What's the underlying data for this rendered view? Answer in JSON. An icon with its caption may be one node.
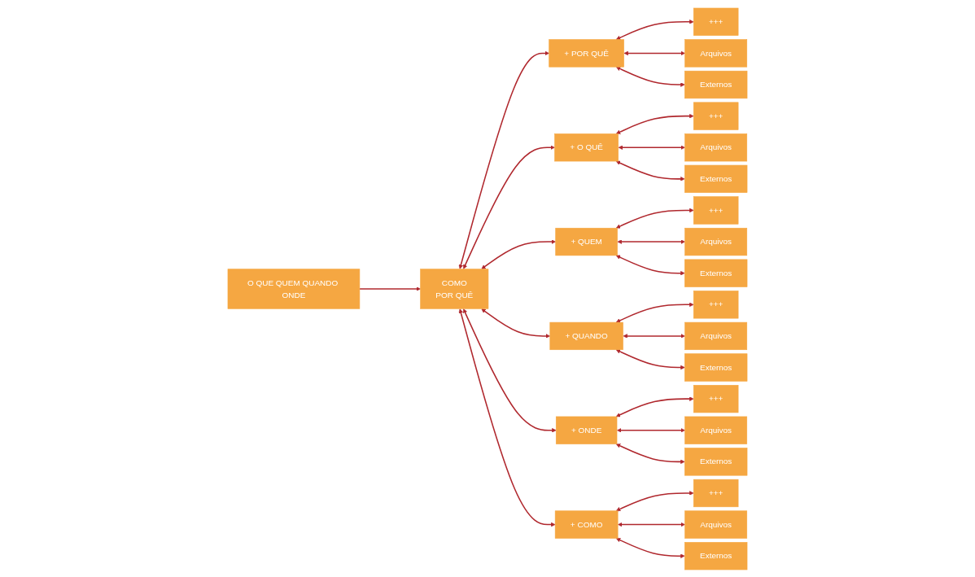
{
  "diagram": {
    "nodes": [
      {
        "text": [
          "O QUE QUEM QUANDO ONDE"
        ]
      },
      {
        "text": [
          "COMO",
          "POR QUÊ"
        ]
      },
      {
        "text": [
          "+ POR QUÊ"
        ]
      },
      {
        "text": [
          "+++"
        ]
      },
      {
        "text": [
          "Arquivos"
        ]
      },
      {
        "text": [
          "Externos"
        ]
      },
      {
        "text": [
          "+ O QUÊ"
        ]
      },
      {
        "text": [
          "+++"
        ]
      },
      {
        "text": [
          "Arquivos"
        ]
      },
      {
        "text": [
          "Externos"
        ]
      },
      {
        "text": [
          "+ QUEM"
        ]
      },
      {
        "text": [
          "+++"
        ]
      },
      {
        "text": [
          "Arquivos"
        ]
      },
      {
        "text": [
          "Externos"
        ]
      },
      {
        "text": [
          "+ QUANDO"
        ]
      },
      {
        "text": [
          "+++"
        ]
      },
      {
        "text": [
          "Arquivos"
        ]
      },
      {
        "text": [
          "Externos"
        ]
      },
      {
        "text": [
          "+ ONDE"
        ]
      },
      {
        "text": [
          "+++"
        ]
      },
      {
        "text": [
          "Arquivos"
        ]
      },
      {
        "text": [
          "Externos"
        ]
      },
      {
        "text": [
          "+ COMO"
        ]
      },
      {
        "text": [
          "+++"
        ]
      },
      {
        "text": [
          "Arquivos"
        ]
      },
      {
        "text": [
          "Externos"
        ]
      }
    ],
    "edges": [
      {
        "from": 0,
        "to": 1,
        "arrow": "to"
      },
      {
        "from": 1,
        "to": 2,
        "arrow": "both"
      },
      {
        "from": 1,
        "to": 6,
        "arrow": "both"
      },
      {
        "from": 1,
        "to": 10,
        "arrow": "both"
      },
      {
        "from": 1,
        "to": 14,
        "arrow": "both"
      },
      {
        "from": 1,
        "to": 18,
        "arrow": "both"
      },
      {
        "from": 1,
        "to": 22,
        "arrow": "both"
      },
      {
        "from": 2,
        "to": 3,
        "arrow": "both"
      },
      {
        "from": 2,
        "to": 4,
        "arrow": "both"
      },
      {
        "from": 2,
        "to": 5,
        "arrow": "both"
      },
      {
        "from": 6,
        "to": 7,
        "arrow": "both"
      },
      {
        "from": 6,
        "to": 8,
        "arrow": "both"
      },
      {
        "from": 6,
        "to": 9,
        "arrow": "both"
      },
      {
        "from": 10,
        "to": 11,
        "arrow": "both"
      },
      {
        "from": 10,
        "to": 12,
        "arrow": "both"
      },
      {
        "from": 10,
        "to": 13,
        "arrow": "both"
      },
      {
        "from": 14,
        "to": 15,
        "arrow": "both"
      },
      {
        "from": 14,
        "to": 16,
        "arrow": "both"
      },
      {
        "from": 14,
        "to": 17,
        "arrow": "both"
      },
      {
        "from": 18,
        "to": 19,
        "arrow": "both"
      },
      {
        "from": 18,
        "to": 20,
        "arrow": "both"
      },
      {
        "from": 18,
        "to": 21,
        "arrow": "both"
      },
      {
        "from": 22,
        "to": 23,
        "arrow": "both"
      },
      {
        "from": 22,
        "to": 24,
        "arrow": "both"
      },
      {
        "from": 22,
        "to": 25,
        "arrow": "both"
      }
    ]
  }
}
